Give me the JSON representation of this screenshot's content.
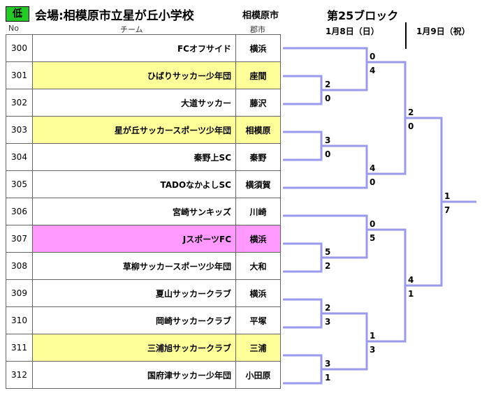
{
  "header": {
    "badge": "低",
    "title": "会場:相模原市立星が丘小学校",
    "city": "相模原市",
    "block": "第25ブロック",
    "day1": "1月8日（日）",
    "day2": "1月9日（祝）"
  },
  "columns": {
    "no": "No",
    "team": "チーム",
    "town": "郡市"
  },
  "teams": [
    {
      "no": "300",
      "name": "FCオフサイド",
      "town": "横浜",
      "hl": ""
    },
    {
      "no": "301",
      "name": "ひばりサッカー少年団",
      "town": "座間",
      "hl": "y"
    },
    {
      "no": "302",
      "name": "大道サッカー",
      "town": "藤沢",
      "hl": ""
    },
    {
      "no": "303",
      "name": "星が丘サッカースポーツ少年団",
      "town": "相模原",
      "hl": "y"
    },
    {
      "no": "304",
      "name": "秦野上SC",
      "town": "秦野",
      "hl": ""
    },
    {
      "no": "305",
      "name": "TADOなかよしSC",
      "town": "横須賀",
      "hl": ""
    },
    {
      "no": "306",
      "name": "宮崎サンキッズ",
      "town": "川崎",
      "hl": ""
    },
    {
      "no": "307",
      "name": "JスポーツFC",
      "town": "横浜",
      "hl": "p"
    },
    {
      "no": "308",
      "name": "草柳サッカースポーツ少年団",
      "town": "大和",
      "hl": ""
    },
    {
      "no": "309",
      "name": "夏山サッカークラブ",
      "town": "横浜",
      "hl": ""
    },
    {
      "no": "310",
      "name": "岡崎サッカークラブ",
      "town": "平塚",
      "hl": ""
    },
    {
      "no": "311",
      "name": "三浦旭サッカークラブ",
      "town": "三浦",
      "hl": "y"
    },
    {
      "no": "312",
      "name": "国府津サッカー少年団",
      "town": "小田原",
      "hl": ""
    }
  ],
  "scores": {
    "m301_302": [
      "2",
      "0"
    ],
    "m303_304": [
      "3",
      "0"
    ],
    "m307_308": [
      "5",
      "2"
    ],
    "m309_310": [
      "2",
      "3"
    ],
    "m311_312": [
      "3",
      "1"
    ],
    "m300_w1": [
      "0",
      "4"
    ],
    "mw2_305": [
      "4",
      "0"
    ],
    "m306_w3": [
      "0",
      "5"
    ],
    "mw4_w5": [
      "1",
      "3"
    ],
    "semi_top": [
      "2",
      "0"
    ],
    "semi_bot": [
      "4",
      "1"
    ],
    "final": [
      "1",
      "7"
    ]
  },
  "colors": {
    "bracket": "#9999ee",
    "badge": "#22cc22",
    "highlight_yellow": "#ffff99",
    "highlight_pink": "#ff99ff"
  }
}
